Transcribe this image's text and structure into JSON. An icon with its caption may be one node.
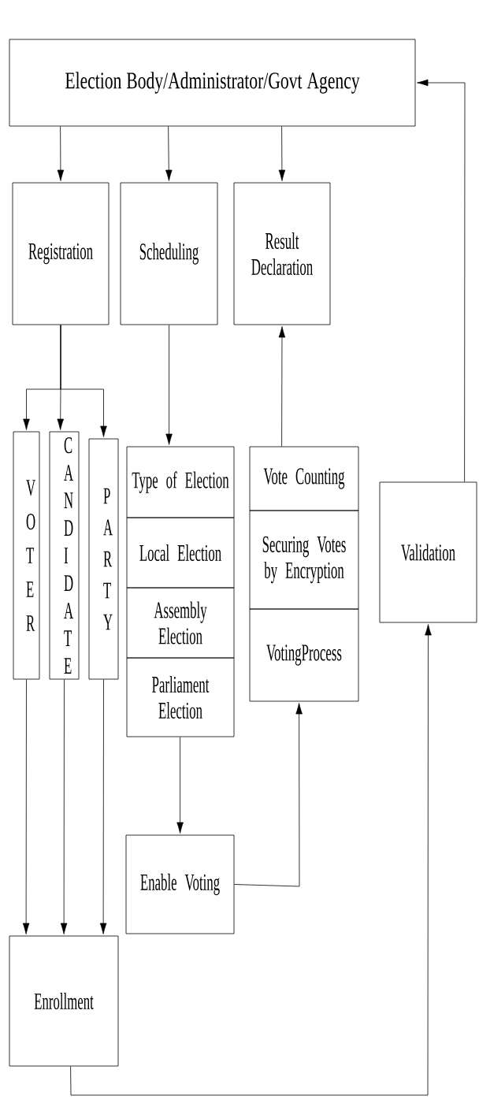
{
  "diagram": {
    "nodes": [
      {
        "text": [
          "Election Body/Administrator/Govt Agency"
        ]
      },
      {
        "text": [
          "Registration"
        ]
      },
      {
        "text": [
          "Scheduling"
        ]
      },
      {
        "text": [
          "Result Declaration"
        ]
      },
      {
        "text": [
          "V O T E R"
        ]
      },
      {
        "text": [
          "C A N D I D A T E"
        ]
      },
      {
        "text": [
          "P A R T Y"
        ]
      },
      {
        "text": [
          "Type of Election"
        ]
      },
      {
        "text": [
          "Local Election"
        ]
      },
      {
        "text": [
          "Assembly Election"
        ]
      },
      {
        "text": [
          "Parliament Election"
        ]
      },
      {
        "text": [
          "Vote Counting"
        ]
      },
      {
        "text": [
          "Securing Votes by Encryption"
        ]
      },
      {
        "text": [
          "VotingProcess"
        ]
      },
      {
        "text": [
          "Validation"
        ]
      },
      {
        "text": [
          "Enable Voting"
        ]
      },
      {
        "text": [
          "Enrollment"
        ]
      }
    ],
    "edges": [
      {
        "from": 0,
        "to": 1,
        "arrow": "to"
      },
      {
        "from": 0,
        "to": 2,
        "arrow": "to"
      },
      {
        "from": 0,
        "to": 3,
        "arrow": "to"
      },
      {
        "from": 1,
        "to": 4,
        "arrow": "to"
      },
      {
        "from": 1,
        "to": 5,
        "arrow": "to"
      },
      {
        "from": 1,
        "to": 6,
        "arrow": "to"
      },
      {
        "from": 2,
        "to": 7,
        "arrow": "to"
      },
      {
        "from": 11,
        "to": 3,
        "arrow": "to"
      },
      {
        "from": 10,
        "to": 15,
        "arrow": "to"
      },
      {
        "from": 15,
        "to": 13,
        "arrow": "to"
      },
      {
        "from": 4,
        "to": 16,
        "arrow": "to"
      },
      {
        "from": 5,
        "to": 16,
        "arrow": "to"
      },
      {
        "from": 6,
        "to": 16,
        "arrow": "to"
      },
      {
        "from": 16,
        "to": 14,
        "arrow": "to"
      },
      {
        "from": 14,
        "to": 0,
        "arrow": "to"
      }
    ]
  }
}
